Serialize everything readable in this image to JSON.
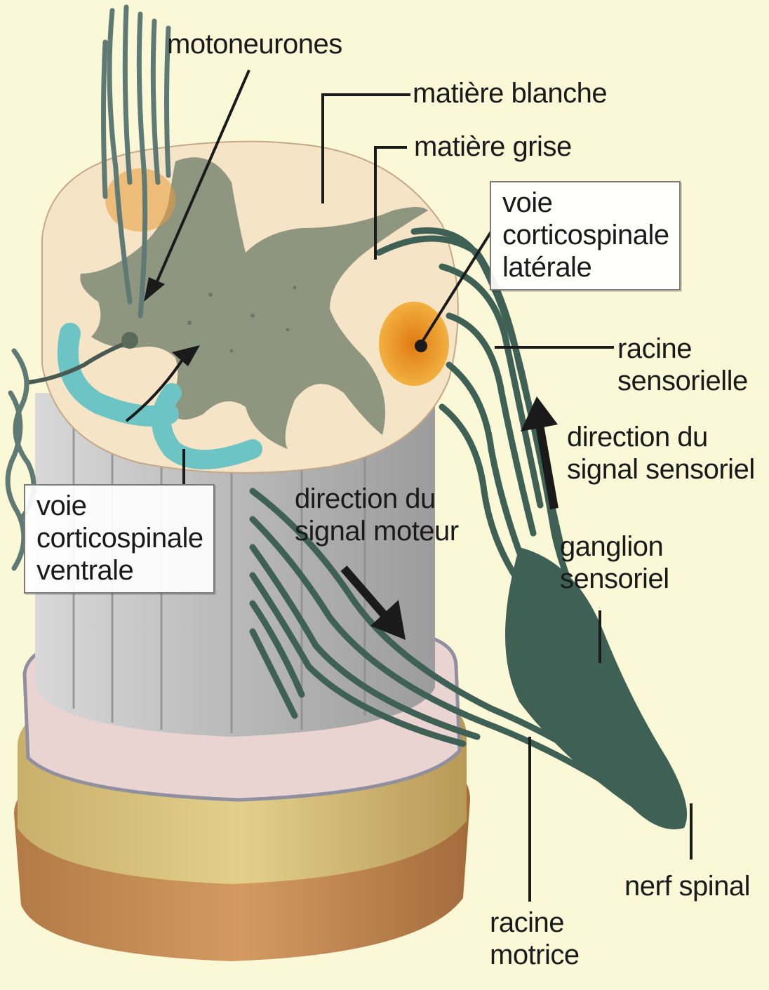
{
  "labels": {
    "motoneurones": "motoneurones",
    "matiere_blanche": "matière blanche",
    "matiere_grise": "matière grise",
    "voie_laterale": [
      "voie",
      "corticospinale",
      "latérale"
    ],
    "racine_sensorielle": [
      "racine",
      "sensorielle"
    ],
    "direction_sensoriel": [
      "direction du",
      "signal sensoriel"
    ],
    "direction_moteur": [
      "direction du",
      "signal moteur"
    ],
    "voie_ventrale": [
      "voie",
      "corticospinale",
      "ventrale"
    ],
    "ganglion_sensoriel": [
      "ganglion",
      "sensoriel"
    ],
    "nerf_spinal": "nerf spinal",
    "racine_motrice": [
      "racine",
      "motrice"
    ]
  },
  "colors": {
    "background": "#fbf8d8",
    "white_matter": "#f5e4c6",
    "gray_matter": "#8f9680",
    "nerve_green": "#3e6055",
    "tract_lateral": "#f0a020",
    "tract_ventral": "#6cc4c4",
    "dura_gold": "#d6c078",
    "dura_copper": "#c08a52",
    "meninges_pink": "#ead4d2",
    "cord_gray": "#b9b9b9"
  }
}
